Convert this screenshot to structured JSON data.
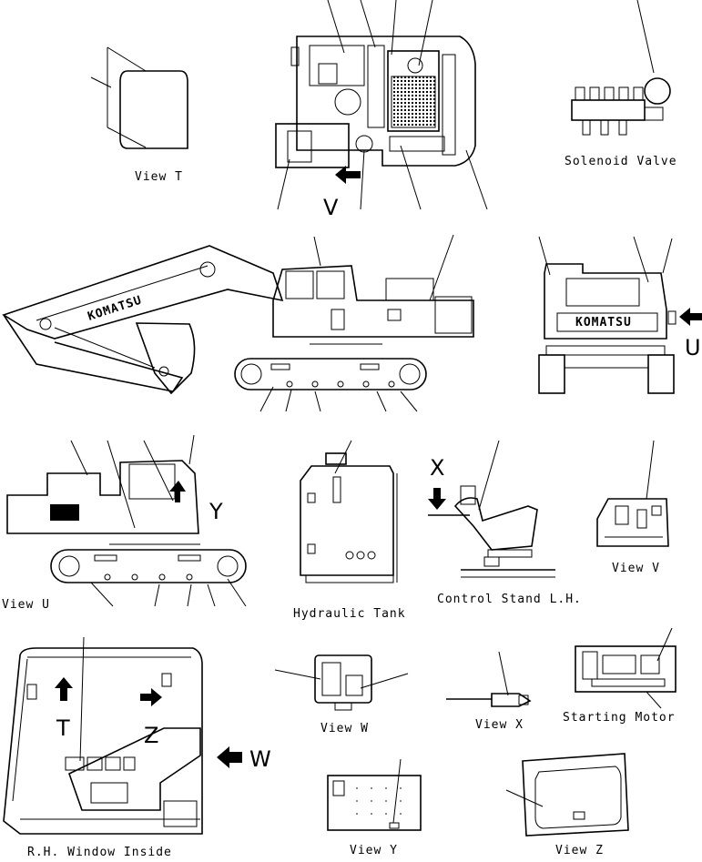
{
  "labels": {
    "view_t": "View T",
    "solenoid_valve": "Solenoid Valve",
    "view_u": "View U",
    "hydraulic_tank": "Hydraulic Tank",
    "control_stand_lh": "Control Stand L.H.",
    "view_v": "View V",
    "rh_window_inside": "R.H. Window Inside",
    "view_w": "View W",
    "view_x": "View X",
    "starting_motor": "Starting Motor",
    "view_y": "View Y",
    "view_z": "View Z"
  },
  "view_letters": {
    "v": "V",
    "u": "U",
    "y": "Y",
    "x": "X",
    "t": "T",
    "z": "Z",
    "w": "W"
  },
  "brand": "KOMATSU"
}
